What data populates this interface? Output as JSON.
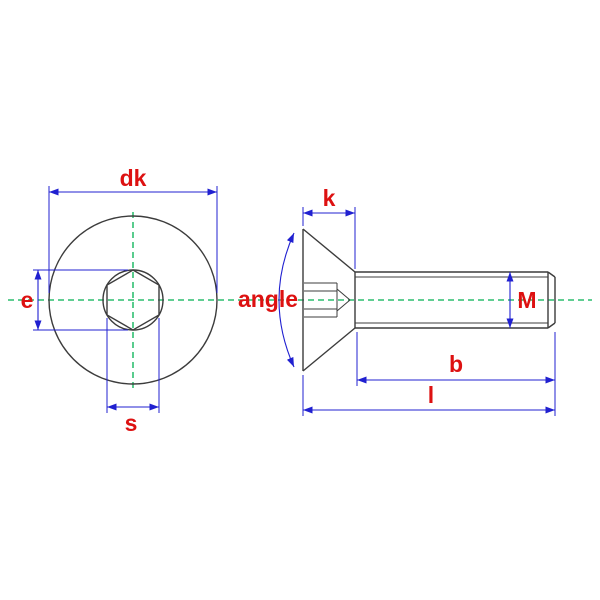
{
  "diagram": {
    "type": "technical-drawing",
    "subject": "Countersunk hex socket screw dimensional drawing",
    "views": {
      "front": {
        "name": "head front view",
        "labels": {
          "dk": "dk",
          "e": "e",
          "s": "s"
        }
      },
      "side": {
        "name": "screw side view",
        "labels": {
          "k": "k",
          "angle": "angle",
          "m": "M",
          "b": "b",
          "l": "l"
        }
      }
    },
    "colors": {
      "background": "#ffffff",
      "outline": "#3c3c3c",
      "dimension": "#2020d0",
      "label": "#dd1111",
      "centerline": "#00b050"
    }
  }
}
